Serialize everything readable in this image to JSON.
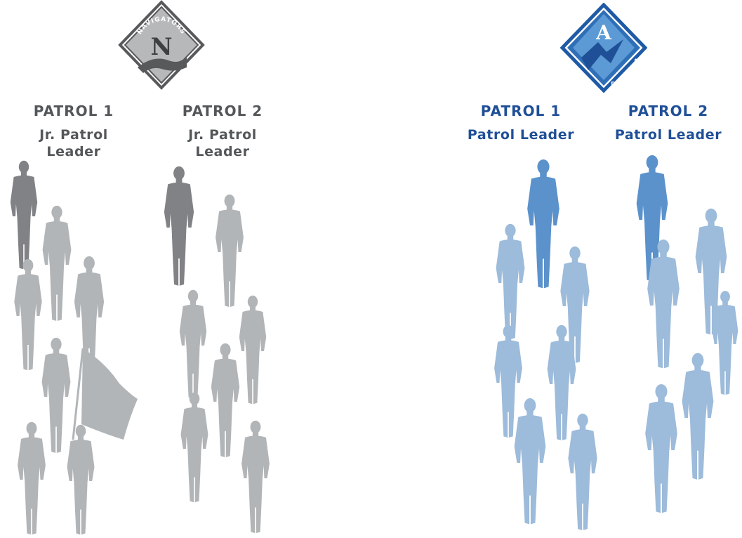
{
  "colors": {
    "dark_gray": "#808285",
    "light_gray": "#b2b5b7",
    "text_gray": "#54575a",
    "blue_dark": "#5b92cb",
    "blue_light": "#9dbbda",
    "text_blue": "#1f4f97"
  },
  "navigators": {
    "badge_arc_text": "NAVIGATORS",
    "badge_letter": "N",
    "patrols": [
      {
        "name": "PATROL 1",
        "role_line1": "Jr. Patrol",
        "role_line2": "Leader"
      },
      {
        "name": "PATROL 2",
        "role_line1": "Jr. Patrol",
        "role_line2": "Leader"
      }
    ]
  },
  "adventurers": {
    "badge_arc_text": "ADVENTURERS",
    "badge_letter": "A",
    "patrols": [
      {
        "name": "PATROL 1",
        "role": "Patrol Leader"
      },
      {
        "name": "PATROL 2",
        "role": "Patrol Leader"
      }
    ]
  }
}
